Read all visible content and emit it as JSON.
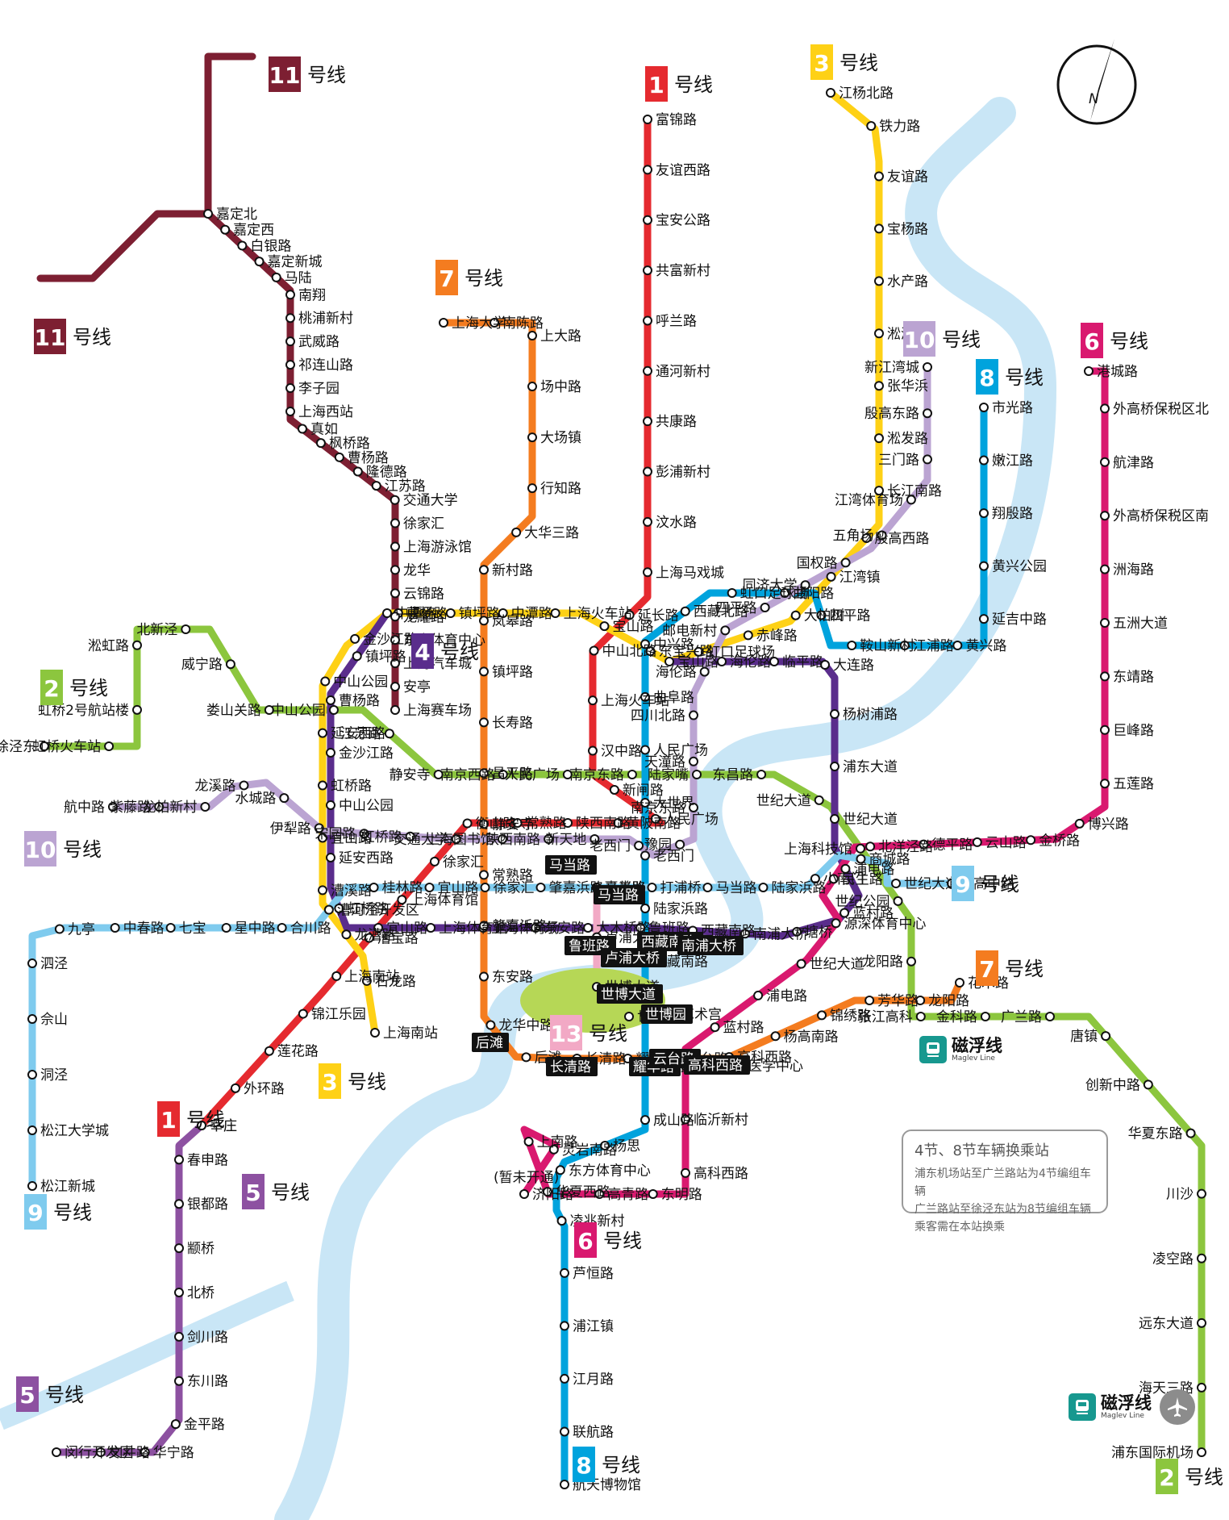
{
  "colors": {
    "river": "#c9e6f6",
    "line1": "#e52a2f",
    "line2": "#8cc63e",
    "line3": "#fed116",
    "line4": "#5a2d8c",
    "line5": "#8d51a1",
    "line6": "#d9196f",
    "line7": "#f47c20",
    "line8": "#00a3dd",
    "line9": "#7fcbee",
    "line10": "#bba4d2",
    "line11": "#7d1f32",
    "line13": "#f2a9c5",
    "expo": "#b6d756",
    "maglev": "#17988f"
  },
  "line_badges": [
    {
      "num": "1",
      "text": "号线",
      "color": "line1"
    },
    {
      "num": "1",
      "text": "号线",
      "color": "line1"
    },
    {
      "num": "2",
      "text": "号线",
      "color": "line2"
    },
    {
      "num": "2",
      "text": "号线",
      "color": "line2"
    },
    {
      "num": "3",
      "text": "号线",
      "color": "line3"
    },
    {
      "num": "3",
      "text": "号线",
      "color": "line3"
    },
    {
      "num": "4",
      "text": "号线",
      "color": "line4"
    },
    {
      "num": "5",
      "text": "号线",
      "color": "line5"
    },
    {
      "num": "5",
      "text": "号线",
      "color": "line5"
    },
    {
      "num": "6",
      "text": "号线",
      "color": "line6"
    },
    {
      "num": "6",
      "text": "号线",
      "color": "line6"
    },
    {
      "num": "7",
      "text": "号线",
      "color": "line7"
    },
    {
      "num": "7",
      "text": "号线",
      "color": "line7"
    },
    {
      "num": "8",
      "text": "号线",
      "color": "line8"
    },
    {
      "num": "8",
      "text": "号线",
      "color": "line8"
    },
    {
      "num": "9",
      "text": "号线",
      "color": "line9"
    },
    {
      "num": "9",
      "text": "号线",
      "color": "line9"
    },
    {
      "num": "10",
      "text": "号线",
      "color": "line10"
    },
    {
      "num": "10",
      "text": "号线",
      "color": "line10"
    },
    {
      "num": "11",
      "text": "号线",
      "color": "line11"
    },
    {
      "num": "11",
      "text": "号线",
      "color": "line11"
    },
    {
      "num": "13",
      "text": "号线",
      "color": "line13"
    }
  ],
  "stations": {
    "line1": [
      "富锦路",
      "友谊西路",
      "宝安公路",
      "共富新村",
      "呼兰路",
      "通河新村",
      "共康路",
      "彭浦新村",
      "汶水路",
      "上海马戏城",
      "延长路",
      "中山北路",
      "上海火车站",
      "汉中路",
      "新闸路",
      "人民广场",
      "黄陂南路",
      "陕西南路",
      "常熟路",
      "衡山路",
      "徐家汇",
      "上海体育馆",
      "漕宝路",
      "上海南站",
      "锦江乐园",
      "莲花路",
      "外环路",
      "莘庄"
    ],
    "line2": [
      "徐泾东",
      "虹桥火车站",
      "虹桥2号航站楼",
      "淞虹路",
      "北新泾",
      "威宁路",
      "娄山关路",
      "中山公园",
      "江苏路",
      "静安寺",
      "南京西路",
      "人民广场",
      "南京东路",
      "陆家嘴",
      "东昌路",
      "世纪大道",
      "上海科技馆",
      "世纪公园",
      "龙阳路",
      "张江高科",
      "金科路",
      "广兰路",
      "唐镇",
      "创新中路",
      "华夏东路",
      "川沙",
      "凌空路",
      "远东大道",
      "海天三路",
      "浦东国际机场"
    ],
    "line3": [
      "江杨北路",
      "铁力路",
      "友谊路",
      "宝杨路",
      "水产路",
      "淞滨路",
      "张华浜",
      "淞发路",
      "长江南路",
      "殷高西路",
      "江湾镇",
      "大柏树",
      "赤峰路",
      "虹口足球场",
      "东宝兴路",
      "宝山路",
      "上海火车站",
      "中潭路",
      "镇坪路",
      "曹杨路",
      "金沙江路",
      "中山公园",
      "延安西路",
      "虹桥路",
      "宜山路",
      "漕溪路",
      "龙漕路",
      "石龙路",
      "上海南站"
    ],
    "line4": [
      "宝山路",
      "海伦路",
      "临平路",
      "大连路",
      "杨树浦路",
      "浦东大道",
      "世纪大道",
      "浦电路",
      "蓝村路",
      "塘桥",
      "南浦大桥",
      "西藏南路",
      "鲁班路",
      "大木桥路",
      "东安路",
      "上海体育场",
      "上海体育馆",
      "宜山路",
      "虹桥路",
      "延安西路",
      "中山公园",
      "金沙江路",
      "曹杨路",
      "镇坪路",
      "中潭路"
    ],
    "line5": [
      "莘庄",
      "春申路",
      "银都路",
      "颛桥",
      "北桥",
      "剑川路",
      "东川路",
      "金平路",
      "华宁路",
      "文井路",
      "闵行开发区"
    ],
    "line6": [
      "港城路",
      "外高桥保税区北",
      "航津路",
      "外高桥保税区南",
      "洲海路",
      "五洲大道",
      "东靖路",
      "巨峰路",
      "五莲路",
      "博兴路",
      "金桥路",
      "云山路",
      "德平路",
      "北洋泾路",
      "民生路",
      "源深体育中心",
      "世纪大道",
      "浦电路",
      "蓝村路",
      "上海儿童医学中心",
      "临沂新村",
      "高科西路",
      "东明路",
      "高青路",
      "华夏西路",
      "上南路",
      "灵岩南路",
      "济阳路"
    ],
    "line7": [
      "上海大学",
      "南陈路",
      "上大路",
      "场中路",
      "大场镇",
      "行知路",
      "大华三路",
      "新村路",
      "岚皋路",
      "镇坪路",
      "长寿路",
      "昌平路",
      "静安寺",
      "常熟路",
      "肇嘉浜路",
      "东安路",
      "龙华中路",
      "后滩",
      "长清路",
      "耀华路",
      "云台路",
      "高科西路",
      "杨高南路",
      "锦绣路",
      "芳华路",
      "龙阳路",
      "花木路"
    ],
    "line8": [
      "市光路",
      "嫩江路",
      "翔殷路",
      "黄兴公园",
      "延吉中路",
      "黄兴路",
      "江浦路",
      "鞍山新村",
      "四平路",
      "曲阳路",
      "虹口足球场",
      "西藏北路",
      "中兴路",
      "曲阜路",
      "人民广场",
      "大世界",
      "老西门",
      "陆家浜路",
      "西藏南路",
      "中华艺术宫",
      "耀华路",
      "成山路",
      "杨思",
      "东方体育中心",
      "凌兆新村",
      "芦恒路",
      "浦江镇",
      "江月路",
      "联航路",
      "航天博物馆"
    ],
    "line9": [
      "松江新城",
      "松江大学城",
      "洞泾",
      "佘山",
      "泗泾",
      "九亭",
      "中春路",
      "七宝",
      "星中路",
      "合川路",
      "漕河泾开发区",
      "桂林路",
      "宜山路",
      "徐家汇",
      "肇嘉浜路",
      "嘉善路",
      "打浦桥",
      "马当路",
      "陆家浜路",
      "小南门",
      "商城路",
      "世纪大道",
      "杨高中路"
    ],
    "line10": [
      "新江湾城",
      "殷高东路",
      "三门路",
      "江湾体育场",
      "五角场",
      "国权路",
      "同济大学",
      "四平路",
      "邮电新村",
      "海伦路",
      "四川北路",
      "天潼路",
      "南京东路",
      "豫园",
      "老西门",
      "新天地",
      "陕西南路",
      "上海图书馆",
      "交通大学",
      "虹桥路",
      "宋园路",
      "伊犁路",
      "水城路",
      "龙溪路",
      "龙柏新村",
      "紫藤路",
      "航中路"
    ],
    "line11": [
      "嘉定北",
      "嘉定西",
      "白银路",
      "嘉定新城",
      "马陆",
      "南翔",
      "桃浦新村",
      "武威路",
      "祁连山路",
      "李子园",
      "上海西站",
      "真如",
      "枫桥路",
      "曹杨路",
      "隆德路",
      "江苏路",
      "交通大学",
      "徐家汇",
      "上海游泳馆",
      "龙华",
      "云锦路",
      "龙耀路",
      "东方体育中心",
      "上海汽车城",
      "安亭",
      "上海赛车场"
    ],
    "line13": [
      "马当路",
      "卢浦大桥",
      "世博大道",
      "世博园"
    ]
  },
  "dark_tags": [
    "马当路",
    "马当路",
    "鲁班路",
    "卢浦大桥",
    "西藏南路",
    "南浦大桥",
    "世博大道",
    "世博园",
    "后滩",
    "长清路",
    "耀华路",
    "云台路",
    "高科西路"
  ],
  "extra_labels": {
    "jiyang_note": "(暂未开通)"
  },
  "note": {
    "title": "4节、8节车辆换乘站",
    "line1": "浦东机场站至广兰路站为4节编组车辆",
    "line2": "广兰路站至徐泾东站为8节编组车辆",
    "line3": "乘客需在本站换乘"
  },
  "maglev": {
    "name": "磁浮线",
    "sub": "Maglev Line"
  },
  "compass": {
    "letter": "N"
  }
}
